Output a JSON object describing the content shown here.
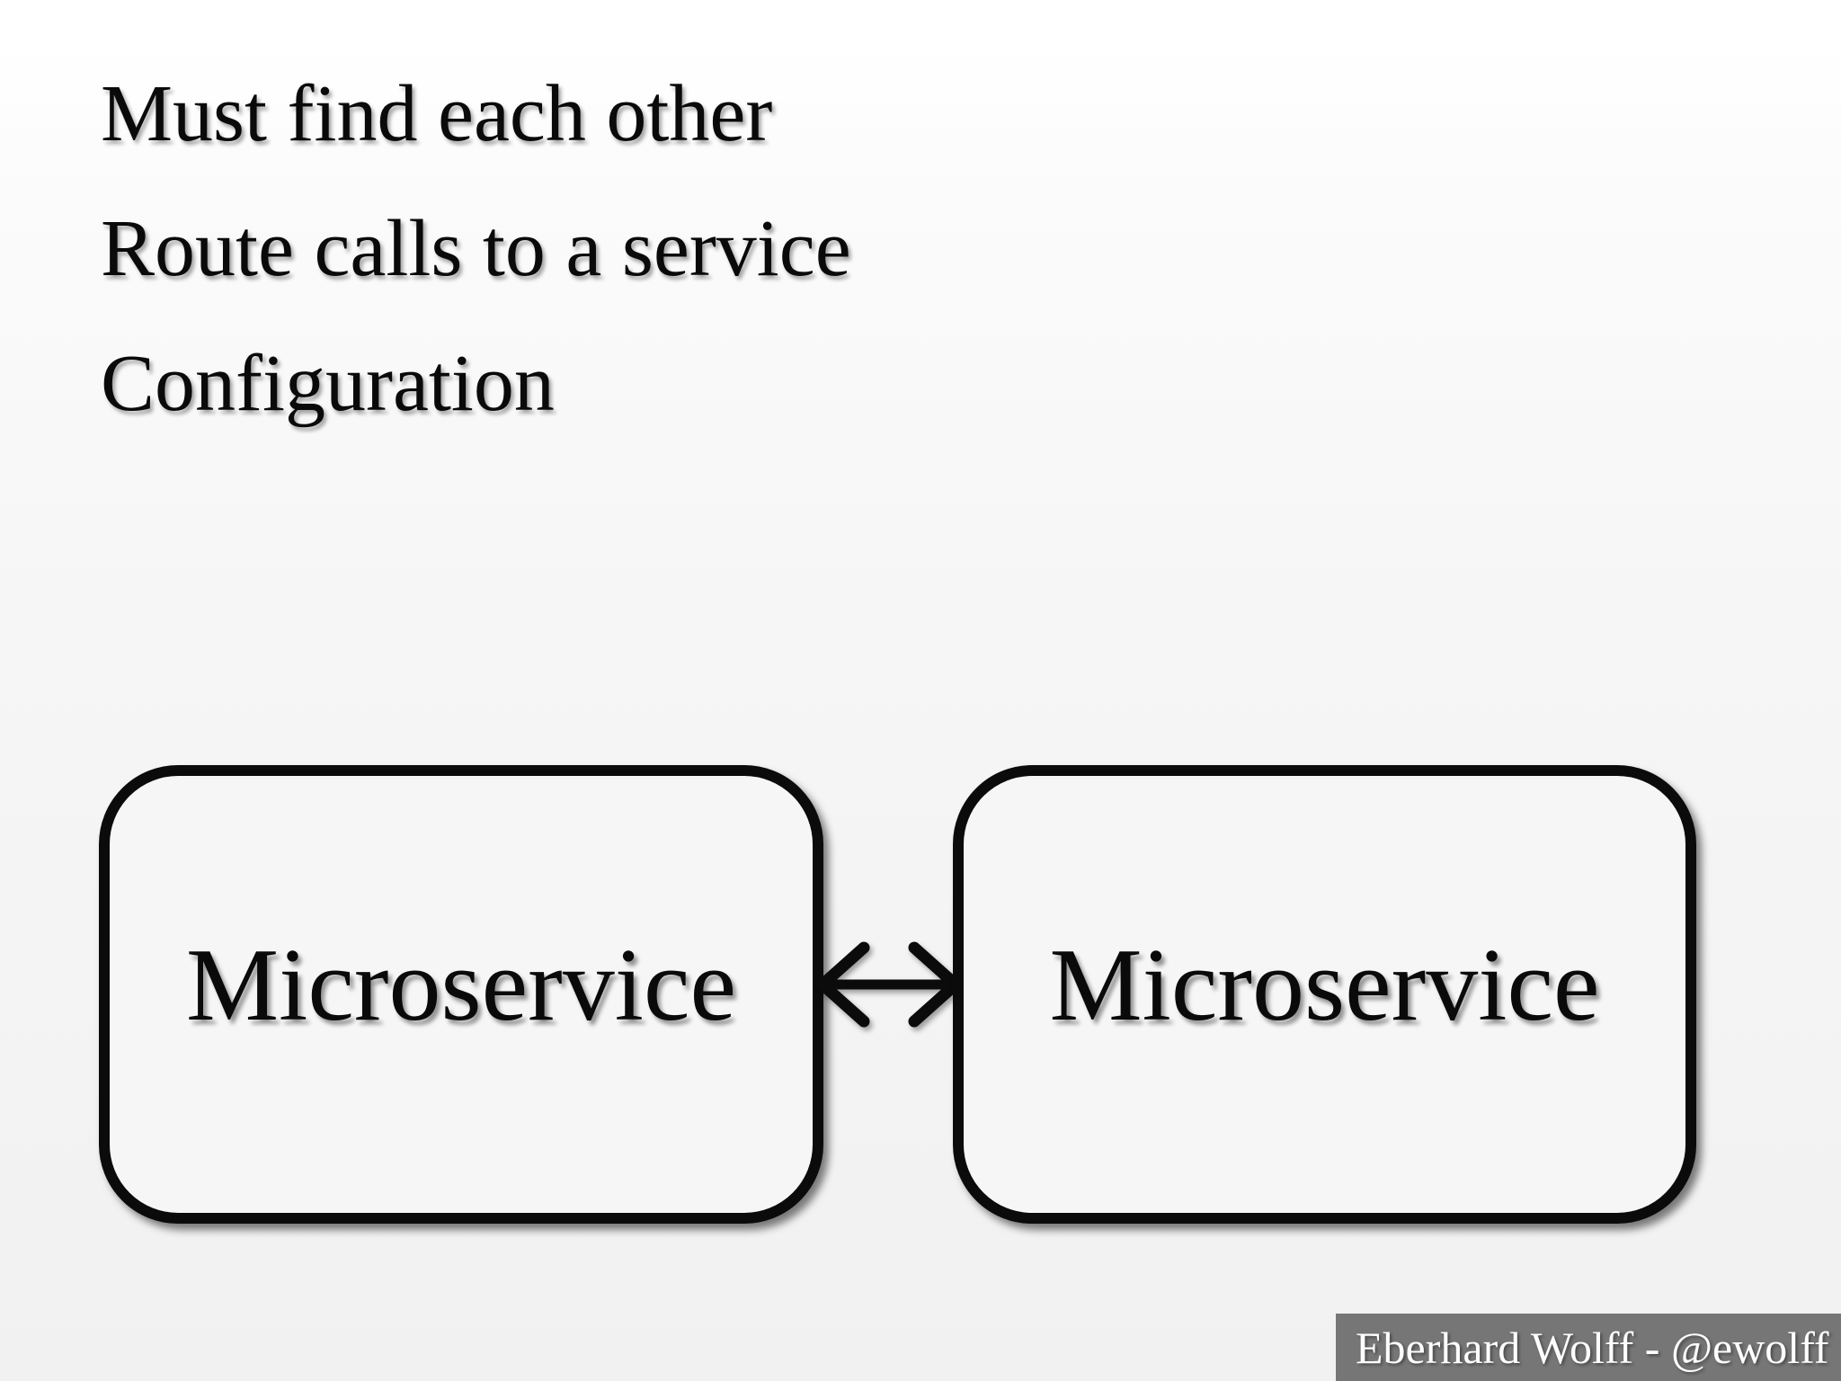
{
  "slide": {
    "bullets": [
      "Must find each other",
      "Route calls to a service",
      "Configuration"
    ],
    "diagram": {
      "boxes": [
        {
          "label": "Microservice"
        },
        {
          "label": "Microservice"
        }
      ],
      "connector": "double-arrow"
    },
    "footer": {
      "author": "Eberhard Wolff - @ewolff"
    },
    "colors": {
      "text": "#0a0a0a",
      "box_border": "#0b0b0b",
      "box_fill": "#f6f6f6",
      "background_top": "#ffffff",
      "background_bottom": "#f1f1f1",
      "badge_background": "#767676",
      "badge_text": "#fdfdfd"
    }
  }
}
